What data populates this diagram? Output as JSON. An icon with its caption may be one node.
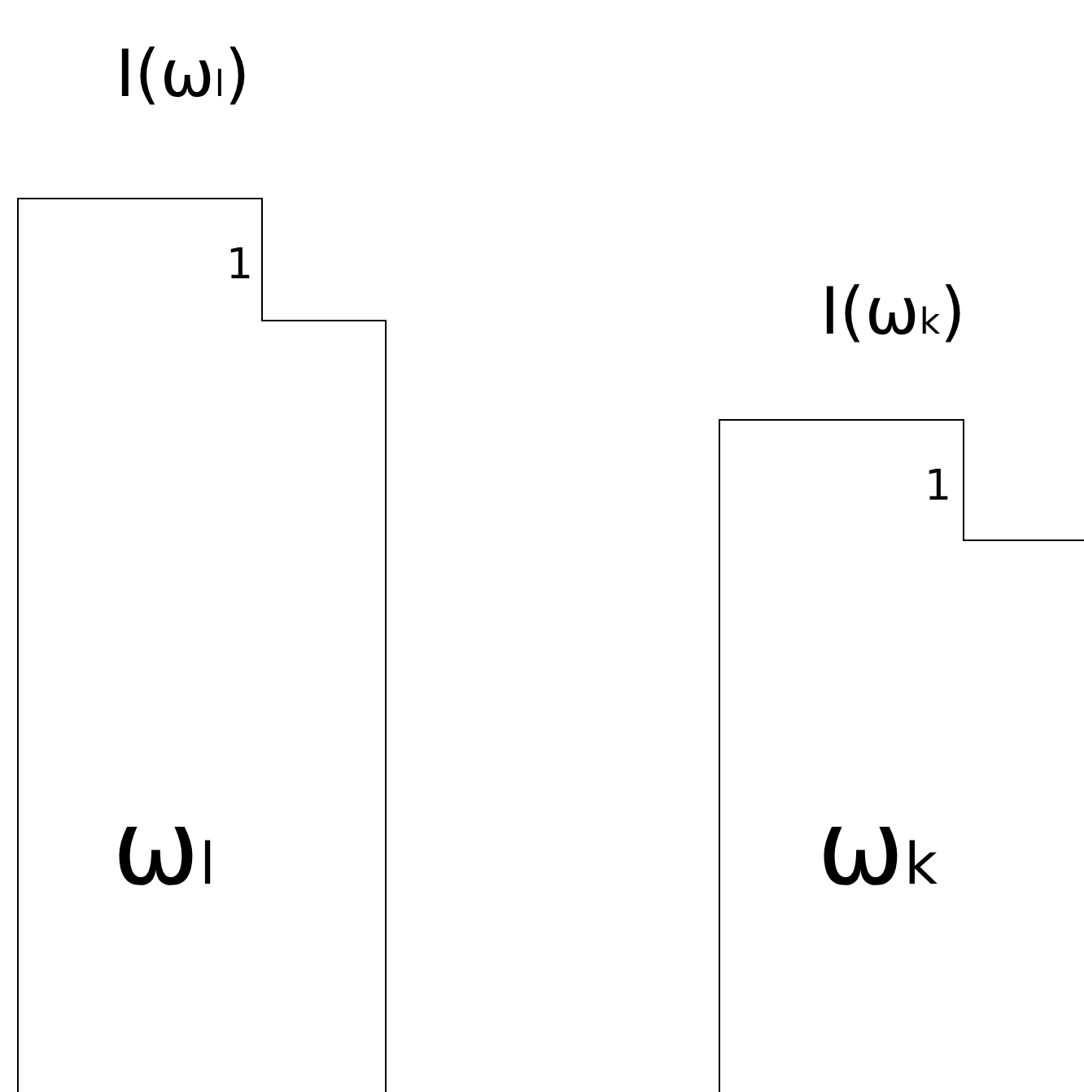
{
  "diagram": {
    "nodes": [
      {
        "text": [
          "I(ω$_{l}$)",
          "1",
          "ω$_{l}$"
        ]
      },
      {
        "text": [
          "I(ω$_{k}$)",
          "1",
          "ω$_{k}$"
        ]
      }
    ]
  }
}
